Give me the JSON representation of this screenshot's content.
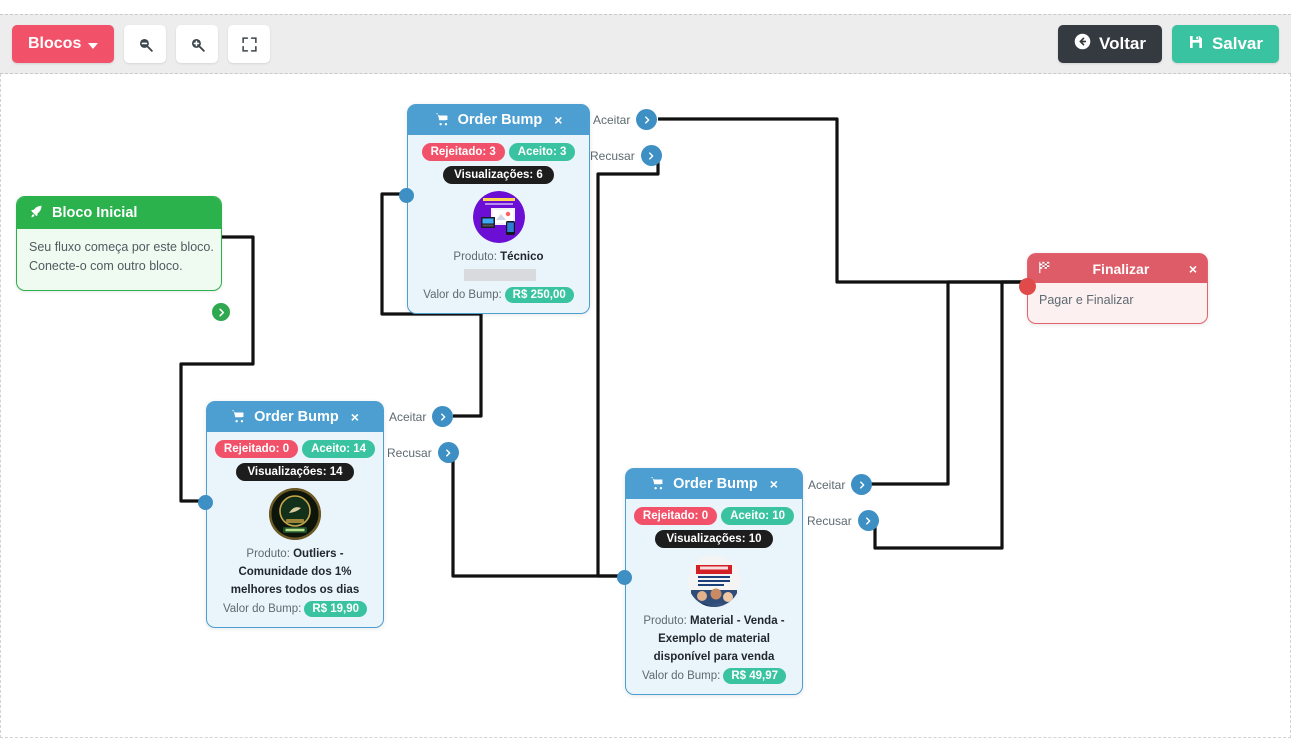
{
  "toolbar": {
    "blocos_label": "Blocos",
    "zoom_out_icon": "zoom-out-icon",
    "zoom_in_icon": "zoom-in-icon",
    "fullscreen_icon": "fullscreen-icon",
    "voltar_label": "Voltar",
    "salvar_label": "Salvar",
    "colors": {
      "blocos": "#f2516a",
      "voltar": "#343a40",
      "salvar": "#3ac3a0",
      "bar": "#ededed"
    }
  },
  "start_node": {
    "icon": "rocket-icon",
    "title": "Bloco Inicial",
    "line1": "Seu fluxo começa por este bloco.",
    "line2": "Conecte-o com outro bloco.",
    "out_port_label": "saida",
    "color": "#2bb24c"
  },
  "nodes": [
    {
      "id": "ob1",
      "icon": "cart-icon",
      "title": "Order Bump",
      "close": "×",
      "rejeitado_label": "Rejeitado: 3",
      "aceito_label": "Aceito: 3",
      "visualizacoes_label": "Visualizações: 6",
      "thumb": "product-thumb-purple",
      "produto_prefix": "Produto: ",
      "produto_nome": "Técnico",
      "produto_redacted": true,
      "valor_prefix": "Valor do Bump:",
      "valor": "R$ 250,00",
      "port_aceitar": "Aceitar",
      "port_recusar": "Recusar"
    },
    {
      "id": "ob2",
      "icon": "cart-icon",
      "title": "Order Bump",
      "close": "×",
      "rejeitado_label": "Rejeitado: 0",
      "aceito_label": "Aceito: 14",
      "visualizacoes_label": "Visualizações: 14",
      "thumb": "product-thumb-dark-green",
      "produto_prefix": "Produto: ",
      "produto_nome": "Outliers - Comunidade dos 1% melhores todos os dias",
      "produto_redacted": false,
      "valor_prefix": "Valor do Bump:",
      "valor": "R$ 19,90",
      "port_aceitar": "Aceitar",
      "port_recusar": "Recusar"
    },
    {
      "id": "ob3",
      "icon": "cart-icon",
      "title": "Order Bump",
      "close": "×",
      "rejeitado_label": "Rejeitado: 0",
      "aceito_label": "Aceito: 10",
      "visualizacoes_label": "Visualizações: 10",
      "thumb": "product-thumb-news",
      "produto_prefix": "Produto: ",
      "produto_nome": "Material - Venda - Exemplo de material disponível para venda",
      "produto_redacted": false,
      "valor_prefix": "Valor do Bump:",
      "valor": "R$ 49,97",
      "port_aceitar": "Aceitar",
      "port_recusar": "Recusar"
    }
  ],
  "finalizar_node": {
    "icon": "checkered-flag-icon",
    "title": "Finalizar",
    "close": "×",
    "body": "Pagar e Finalizar",
    "color": "#dd5c67"
  },
  "edge_color": "#111111"
}
